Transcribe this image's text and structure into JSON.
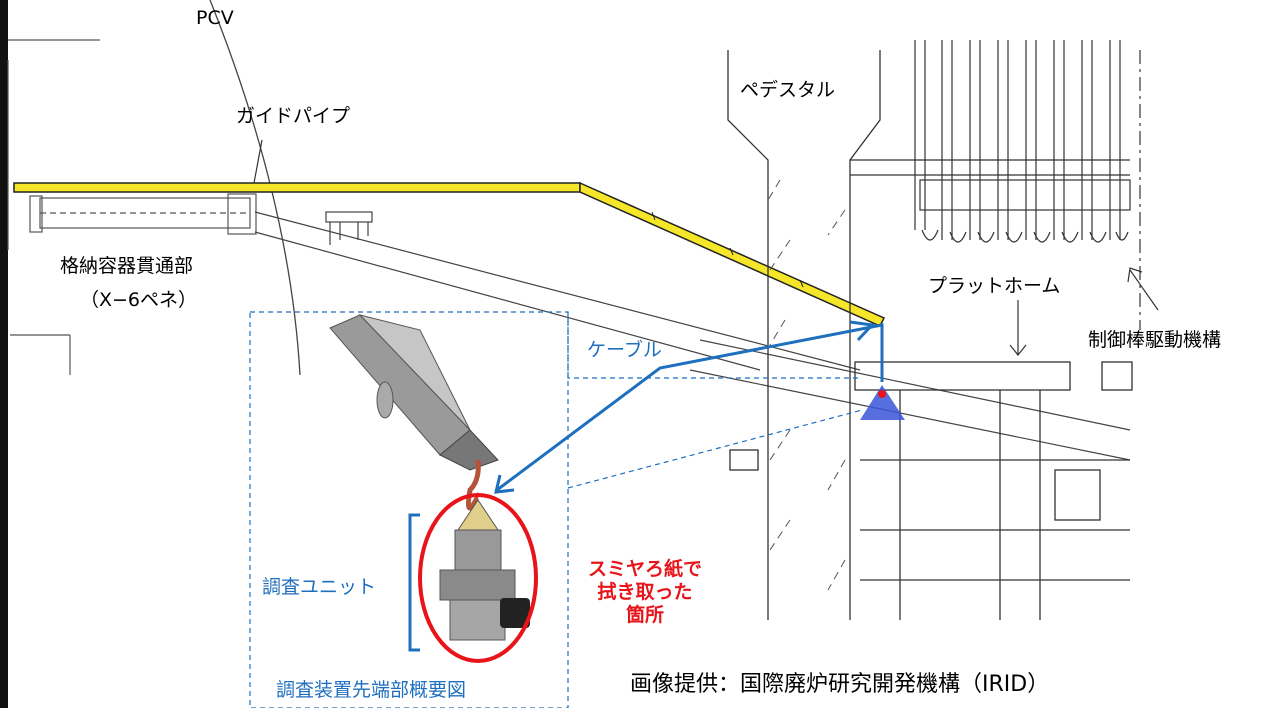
{
  "labels": {
    "pcv": "PCV",
    "guide_pipe": "ガイドパイプ",
    "pedestal": "ペデスタル",
    "penetration": "格納容器貫通部",
    "penetration_id": "（X−6ペネ）",
    "platform": "プラットホーム",
    "crd": "制御棒駆動機構",
    "cable": "ケーブル",
    "survey_unit": "調査ユニット",
    "wipe_location": [
      "スミヤろ紙で",
      "拭き取った",
      "箇所"
    ],
    "device_tip_overview": "調査装置先端部概要図",
    "credit": "画像提供：国際廃炉研究開発機構（IRID）"
  },
  "colors": {
    "guide_pipe": "#f5e62a",
    "callout": "#1f6fbf",
    "highlight": "#e8141a",
    "line_art": "#333333"
  }
}
